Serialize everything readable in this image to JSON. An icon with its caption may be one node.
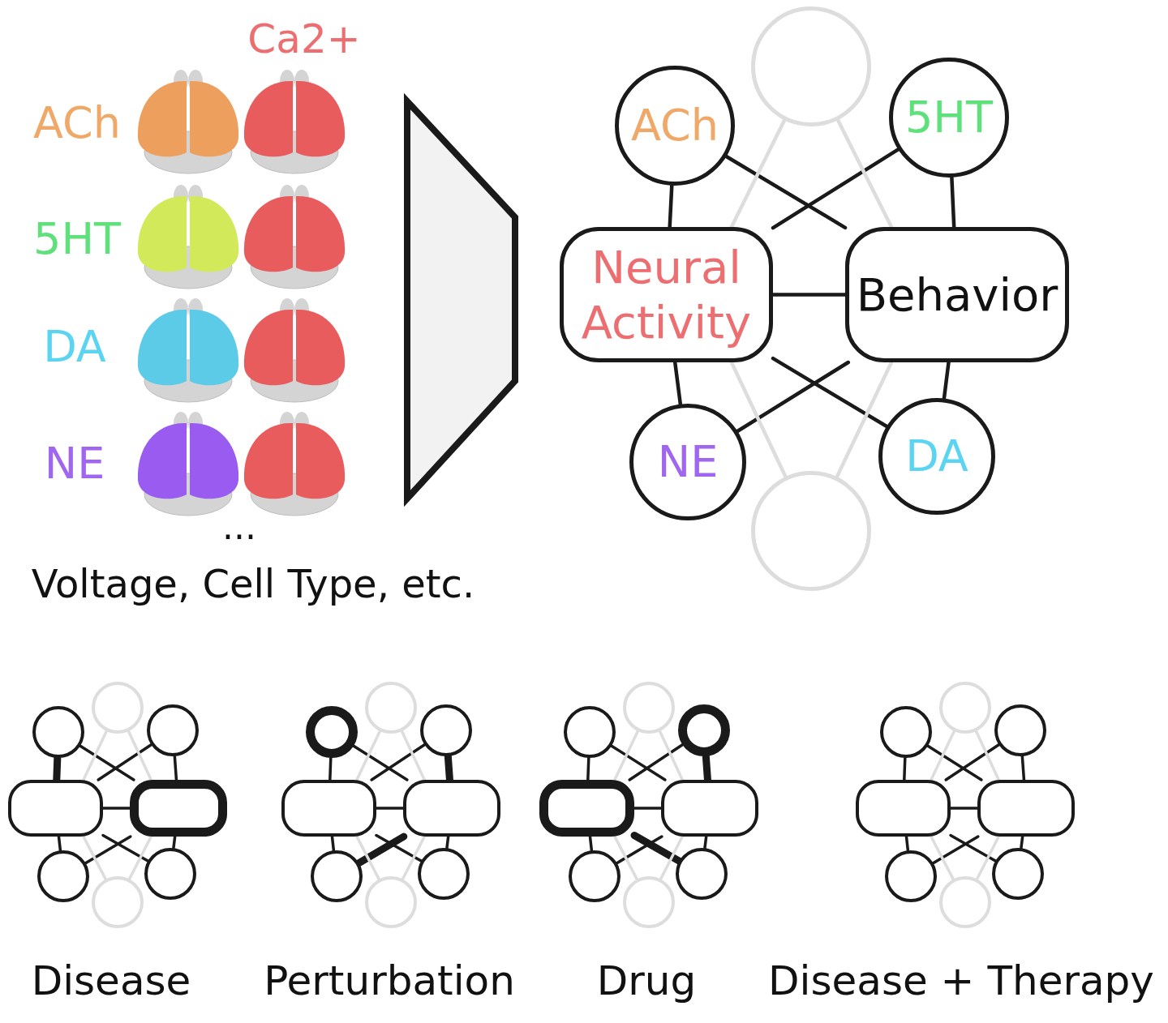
{
  "diagram": {
    "nodes": [
      {
        "text": [],
        "shape": "circle"
      },
      {
        "text": [
          "ACh"
        ]
      },
      {
        "text": [
          "5HT"
        ]
      },
      {
        "text": [
          "Neural Activity"
        ]
      },
      {
        "text": [
          "Behavior"
        ]
      },
      {
        "text": [
          "NE"
        ]
      },
      {
        "text": [
          "DA"
        ]
      },
      {
        "text": [],
        "shape": "circle"
      },
      {
        "text": [],
        "shape": "circle"
      },
      {
        "text": [],
        "shape": "circle"
      },
      {
        "text": [],
        "shape": "circle"
      },
      {
        "text": [],
        "shape": "box"
      },
      {
        "text": [],
        "shape": "box"
      },
      {
        "text": [],
        "shape": "circle"
      },
      {
        "text": [],
        "shape": "circle"
      },
      {
        "text": [],
        "shape": "circle"
      },
      {
        "text": [],
        "shape": "circle"
      },
      {
        "text": [],
        "shape": "circle"
      },
      {
        "text": [],
        "shape": "circle"
      },
      {
        "text": [],
        "shape": "box"
      },
      {
        "text": [],
        "shape": "box"
      },
      {
        "text": [],
        "shape": "circle"
      },
      {
        "text": [],
        "shape": "circle"
      },
      {
        "text": [],
        "shape": "circle"
      },
      {
        "text": [],
        "shape": "circle"
      },
      {
        "text": [],
        "shape": "circle"
      },
      {
        "text": [],
        "shape": "circle"
      },
      {
        "text": [],
        "shape": "box"
      },
      {
        "text": [],
        "shape": "box"
      },
      {
        "text": [],
        "shape": "circle"
      },
      {
        "text": [],
        "shape": "circle"
      },
      {
        "text": [],
        "shape": "circle"
      },
      {
        "text": [],
        "shape": "circle"
      },
      {
        "text": [],
        "shape": "circle"
      },
      {
        "text": [],
        "shape": "circle"
      },
      {
        "text": [],
        "shape": "box"
      },
      {
        "text": [],
        "shape": "box"
      },
      {
        "text": [],
        "shape": "circle"
      },
      {
        "text": [],
        "shape": "circle"
      },
      {
        "text": [],
        "shape": "circle"
      },
      {
        "text": [],
        "shape": "trapezoid"
      }
    ],
    "edges": [
      {
        "from": 1,
        "to": 3,
        "arrow": "none"
      },
      {
        "from": 1,
        "to": 4,
        "arrow": "none"
      },
      {
        "from": 2,
        "to": 3,
        "arrow": "none"
      },
      {
        "from": 2,
        "to": 4,
        "arrow": "none"
      },
      {
        "from": 3,
        "to": 4,
        "arrow": "none"
      },
      {
        "from": 3,
        "to": 5,
        "arrow": "none"
      },
      {
        "from": 3,
        "to": 6,
        "arrow": "none"
      },
      {
        "from": 4,
        "to": 5,
        "arrow": "none"
      },
      {
        "from": 4,
        "to": 6,
        "arrow": "none"
      },
      {
        "from": 0,
        "to": 3,
        "arrow": "none",
        "color": "#dddddd"
      },
      {
        "from": 0,
        "to": 4,
        "arrow": "none",
        "color": "#dddddd"
      },
      {
        "from": 7,
        "to": 3,
        "arrow": "none",
        "color": "#dddddd"
      },
      {
        "from": 7,
        "to": 4,
        "arrow": "none",
        "color": "#dddddd"
      },
      {
        "from": 9,
        "to": 11,
        "arrow": "none",
        "style": "thick"
      },
      {
        "from": 9,
        "to": 12,
        "arrow": "none"
      },
      {
        "from": 10,
        "to": 11,
        "arrow": "none"
      },
      {
        "from": 10,
        "to": 12,
        "arrow": "none"
      },
      {
        "from": 11,
        "to": 12,
        "arrow": "none"
      },
      {
        "from": 11,
        "to": 13,
        "arrow": "none"
      },
      {
        "from": 11,
        "to": 14,
        "arrow": "none"
      },
      {
        "from": 12,
        "to": 13,
        "arrow": "none"
      },
      {
        "from": 12,
        "to": 14,
        "arrow": "none"
      },
      {
        "from": 8,
        "to": 11,
        "arrow": "none",
        "color": "#dddddd"
      },
      {
        "from": 8,
        "to": 12,
        "arrow": "none",
        "color": "#dddddd"
      },
      {
        "from": 15,
        "to": 11,
        "arrow": "none",
        "color": "#dddddd"
      },
      {
        "from": 15,
        "to": 12,
        "arrow": "none",
        "color": "#dddddd"
      },
      {
        "from": 17,
        "to": 19,
        "arrow": "none"
      },
      {
        "from": 17,
        "to": 20,
        "arrow": "none"
      },
      {
        "from": 18,
        "to": 19,
        "arrow": "none"
      },
      {
        "from": 18,
        "to": 20,
        "arrow": "none",
        "style": "thick"
      },
      {
        "from": 19,
        "to": 20,
        "arrow": "none"
      },
      {
        "from": 19,
        "to": 21,
        "arrow": "none"
      },
      {
        "from": 19,
        "to": 22,
        "arrow": "none"
      },
      {
        "from": 20,
        "to": 21,
        "arrow": "none",
        "style": "thick"
      },
      {
        "from": 20,
        "to": 22,
        "arrow": "none"
      },
      {
        "from": 16,
        "to": 19,
        "arrow": "none",
        "color": "#dddddd"
      },
      {
        "from": 16,
        "to": 20,
        "arrow": "none",
        "color": "#dddddd"
      },
      {
        "from": 23,
        "to": 19,
        "arrow": "none",
        "color": "#dddddd"
      },
      {
        "from": 23,
        "to": 20,
        "arrow": "none",
        "color": "#dddddd"
      },
      {
        "from": 25,
        "to": 27,
        "arrow": "none"
      },
      {
        "from": 25,
        "to": 28,
        "arrow": "none"
      },
      {
        "from": 26,
        "to": 27,
        "arrow": "none"
      },
      {
        "from": 26,
        "to": 28,
        "arrow": "none",
        "style": "thick"
      },
      {
        "from": 27,
        "to": 28,
        "arrow": "none"
      },
      {
        "from": 27,
        "to": 29,
        "arrow": "none"
      },
      {
        "from": 27,
        "to": 30,
        "arrow": "none",
        "style": "thick"
      },
      {
        "from": 28,
        "to": 29,
        "arrow": "none"
      },
      {
        "from": 28,
        "to": 30,
        "arrow": "none"
      },
      {
        "from": 24,
        "to": 27,
        "arrow": "none",
        "color": "#dddddd"
      },
      {
        "from": 24,
        "to": 28,
        "arrow": "none",
        "color": "#dddddd"
      },
      {
        "from": 31,
        "to": 27,
        "arrow": "none",
        "color": "#dddddd"
      },
      {
        "from": 31,
        "to": 28,
        "arrow": "none",
        "color": "#dddddd"
      },
      {
        "from": 33,
        "to": 35,
        "arrow": "none"
      },
      {
        "from": 33,
        "to": 36,
        "arrow": "none"
      },
      {
        "from": 34,
        "to": 35,
        "arrow": "none"
      },
      {
        "from": 34,
        "to": 36,
        "arrow": "none"
      },
      {
        "from": 35,
        "to": 36,
        "arrow": "none"
      },
      {
        "from": 35,
        "to": 37,
        "arrow": "none"
      },
      {
        "from": 35,
        "to": 38,
        "arrow": "none"
      },
      {
        "from": 36,
        "to": 37,
        "arrow": "none"
      },
      {
        "from": 36,
        "to": 38,
        "arrow": "none"
      },
      {
        "from": 32,
        "to": 35,
        "arrow": "none",
        "color": "#dddddd"
      },
      {
        "from": 32,
        "to": 36,
        "arrow": "none",
        "color": "#dddddd"
      },
      {
        "from": 39,
        "to": 35,
        "arrow": "none",
        "color": "#dddddd"
      },
      {
        "from": 39,
        "to": 36,
        "arrow": "none",
        "color": "#dddddd"
      }
    ],
    "labels": [
      "Ca2+",
      "ACh",
      "5HT",
      "DA",
      "NE",
      "...",
      "Voltage, Cell Type, etc.",
      "Disease",
      "Perturbation",
      "Drug",
      "Disease + Therapy"
    ]
  }
}
